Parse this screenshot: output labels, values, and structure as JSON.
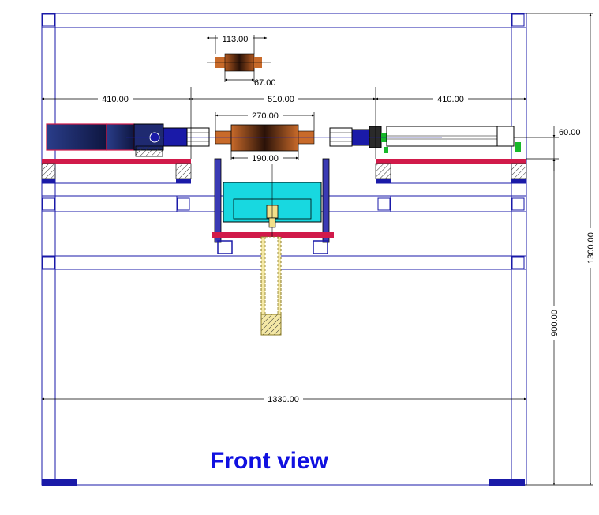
{
  "title": "Front view",
  "dimensions": {
    "part_length": "113.00",
    "part_sub": "67.00",
    "left_span": "410.00",
    "center_span": "510.00",
    "right_span": "410.00",
    "roll_length": "270.00",
    "roll_sub": "190.00",
    "offset": "60.00",
    "total_width": "1330.00",
    "table_height": "900.00",
    "total_height": "1300.00"
  },
  "colors": {
    "frame": "#1a1aa8",
    "rail": "#d11a4a",
    "cyan": "#18d8e0",
    "cylinder": "#f2e08a",
    "roll": "#9a4416",
    "motor": "#1c2a6a"
  }
}
